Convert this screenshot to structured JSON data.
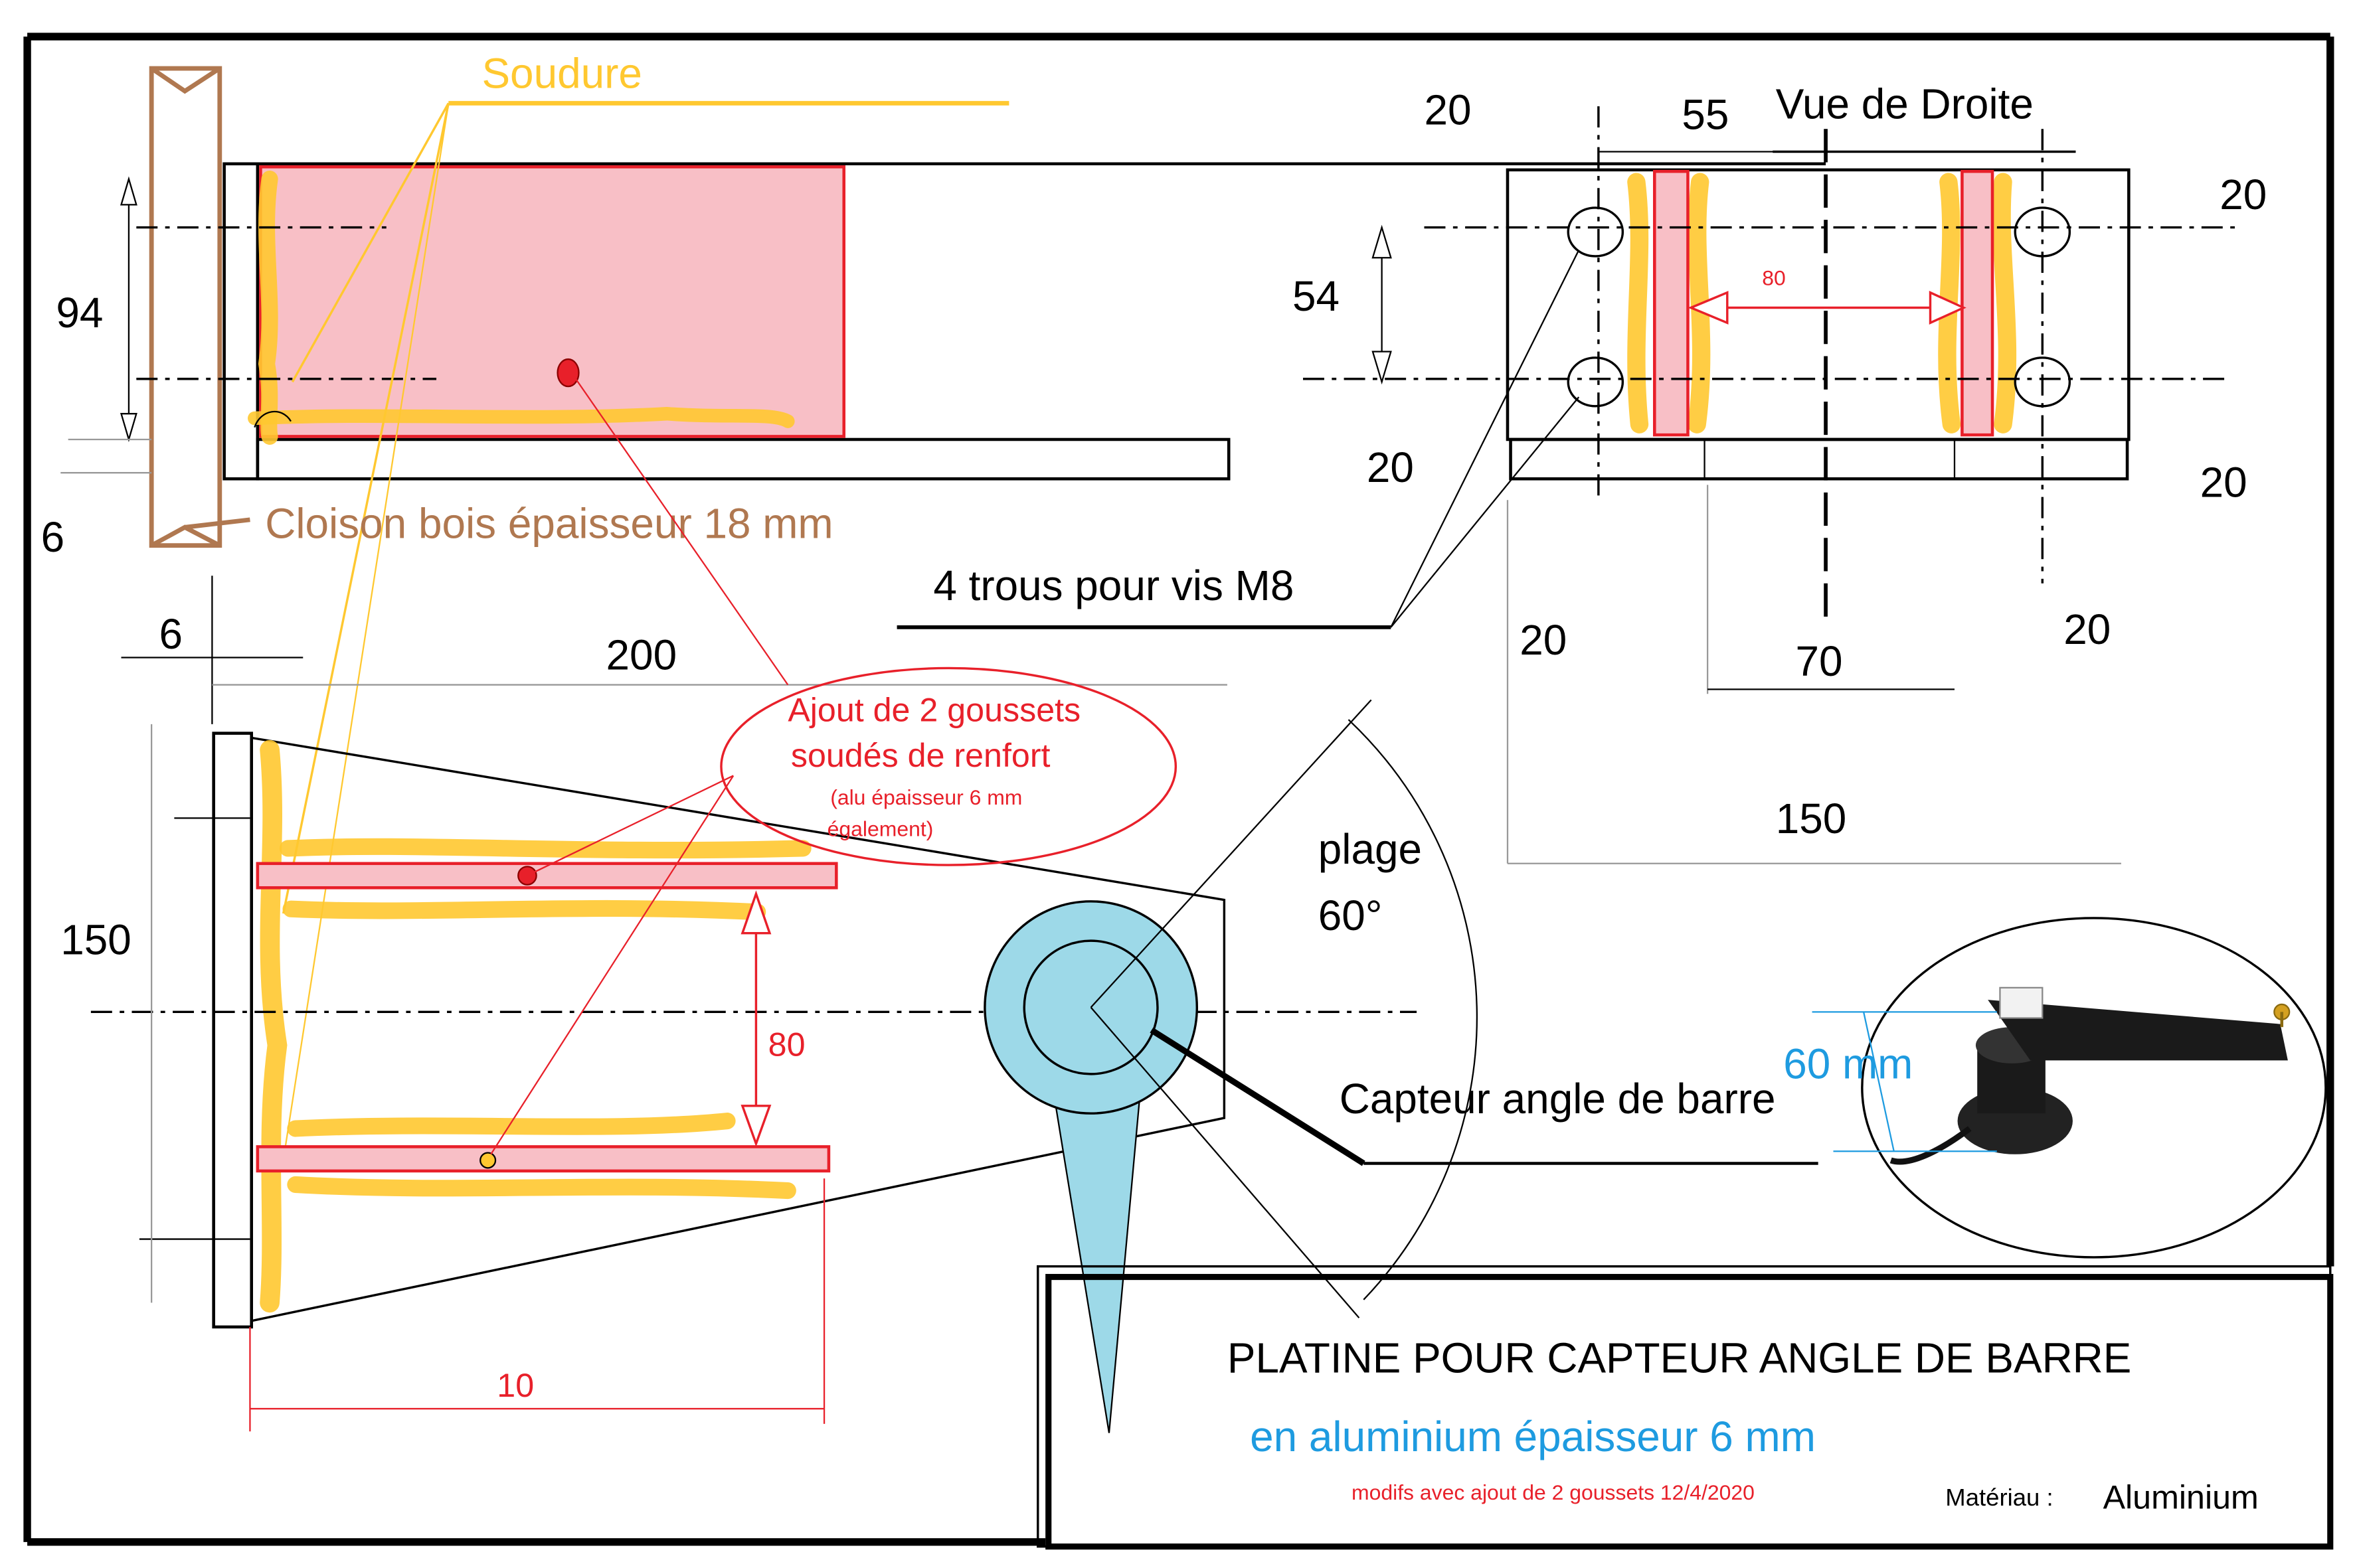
{
  "labels": {
    "soudure": "Soudure",
    "cloison": "Cloison bois épaisseur 18 mm",
    "vue_droite": "Vue de Droite",
    "trous": "4 trous pour vis M8",
    "goussets_line1": "Ajout de 2 goussets",
    "goussets_line2": "soudés de renfort",
    "goussets_line3": "(alu épaisseur 6 mm",
    "goussets_line4": "également)",
    "plage_line1": "plage",
    "plage_line2": "60°",
    "capteur": "Capteur angle de barre",
    "capteur_height": "60 mm"
  },
  "dimensions": {
    "d94": "94",
    "d6_left": "6",
    "d6_top": "6",
    "d200": "200",
    "d150_left": "150",
    "d80_bottom": "80",
    "d10": "10",
    "rv_20_top_left": "20",
    "rv_55": "55",
    "rv_20_top_right": "20",
    "rv_54": "54",
    "rv_80": "80",
    "rv_20_mid_left": "20",
    "rv_20_mid_right": "20",
    "rv_20_bottom_left": "20",
    "rv_70": "70",
    "rv_20_bottom_right": "20",
    "rv_150": "150"
  },
  "title_block": {
    "title": "PLATINE POUR CAPTEUR ANGLE DE BARRE",
    "subtitle": "en aluminium épaisseur 6 mm",
    "note": "modifs avec ajout de 2 goussets 12/4/2020",
    "materiau_label": "Matériau :",
    "materiau_value": "Aluminium"
  },
  "colors": {
    "weld": "#FFC830",
    "gusset_fill": "#F8BFC6",
    "gusset_stroke": "#E8202A",
    "annotation": "#E8202A",
    "sensor": "#9DD9E8",
    "wood": "#B07850",
    "blue_text": "#1E9BE0",
    "line": "#000000"
  }
}
